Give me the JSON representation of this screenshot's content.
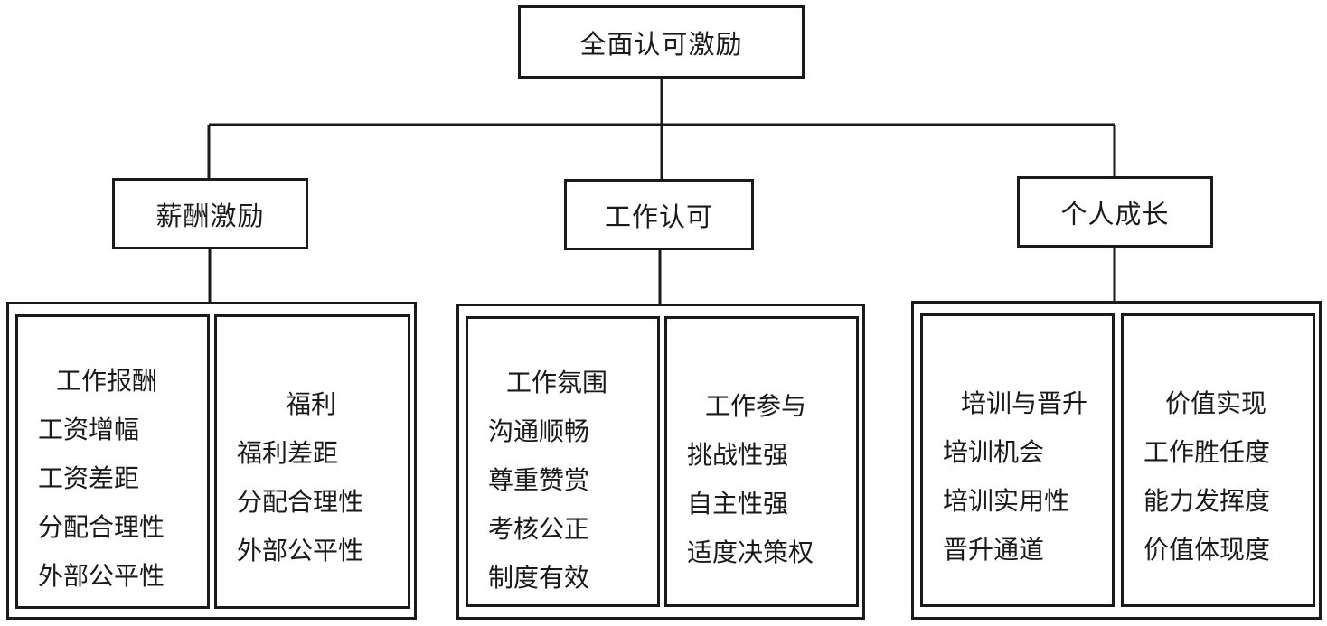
{
  "root": {
    "label": "全面认可激励"
  },
  "categories": [
    {
      "label": "薪酬激励",
      "panels": [
        {
          "title": "工作报酬",
          "items": [
            "工资增幅",
            "工资差距",
            "分配合理性",
            "外部公平性"
          ]
        },
        {
          "title": "福利",
          "items": [
            "福利差距",
            "分配合理性",
            "外部公平性"
          ]
        }
      ]
    },
    {
      "label": "工作认可",
      "panels": [
        {
          "title": "工作氛围",
          "items": [
            "沟通顺畅",
            "尊重赞赏",
            "考核公正",
            "制度有效"
          ]
        },
        {
          "title": "工作参与",
          "items": [
            "挑战性强",
            "自主性强",
            "适度决策权"
          ]
        }
      ]
    },
    {
      "label": "个人成长",
      "panels": [
        {
          "title": "培训与晋升",
          "items": [
            "培训机会",
            "培训实用性",
            "晋升通道"
          ]
        },
        {
          "title": "价值实现",
          "items": [
            "工作胜任度",
            "能力发挥度",
            "价值体现度"
          ]
        }
      ]
    }
  ],
  "colors": {
    "stroke": "#1a1a1a",
    "background": "#ffffff"
  }
}
